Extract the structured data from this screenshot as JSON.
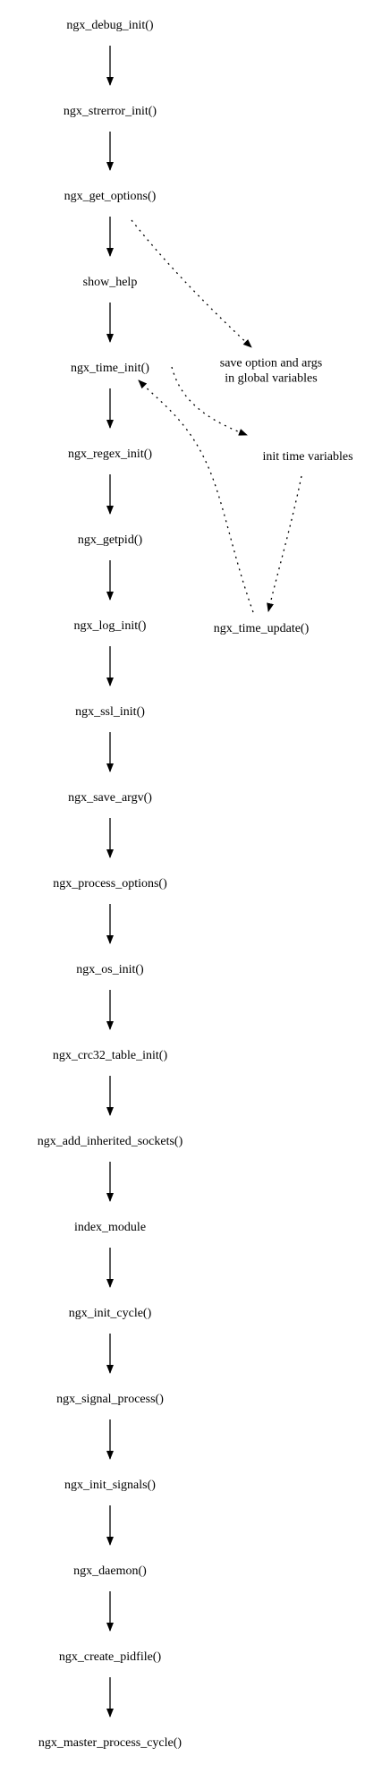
{
  "diagram": {
    "nodes": [
      {
        "id": "ngx_debug_init",
        "label": "ngx_debug_init()"
      },
      {
        "id": "ngx_strerror_init",
        "label": "ngx_strerror_init()"
      },
      {
        "id": "ngx_get_options",
        "label": "ngx_get_options()"
      },
      {
        "id": "show_help",
        "label": "show_help"
      },
      {
        "id": "ngx_time_init",
        "label": "ngx_time_init()"
      },
      {
        "id": "ngx_regex_init",
        "label": "ngx_regex_init()"
      },
      {
        "id": "ngx_getpid",
        "label": "ngx_getpid()"
      },
      {
        "id": "ngx_log_init",
        "label": "ngx_log_init()"
      },
      {
        "id": "ngx_ssl_init",
        "label": "ngx_ssl_init()"
      },
      {
        "id": "ngx_save_argv",
        "label": "ngx_save_argv()"
      },
      {
        "id": "ngx_process_options",
        "label": "ngx_process_options()"
      },
      {
        "id": "ngx_os_init",
        "label": "ngx_os_init()"
      },
      {
        "id": "ngx_crc32_table_init",
        "label": "ngx_crc32_table_init()"
      },
      {
        "id": "ngx_add_inherited_sockets",
        "label": "ngx_add_inherited_sockets()"
      },
      {
        "id": "index_module",
        "label": "index_module"
      },
      {
        "id": "ngx_init_cycle",
        "label": "ngx_init_cycle()"
      },
      {
        "id": "ngx_signal_process",
        "label": "ngx_signal_process()"
      },
      {
        "id": "ngx_init_signals",
        "label": "ngx_init_signals()"
      },
      {
        "id": "ngx_daemon",
        "label": "ngx_daemon()"
      },
      {
        "id": "ngx_create_pidfile",
        "label": "ngx_create_pidfile()"
      },
      {
        "id": "ngx_master_process_cycle",
        "label": "ngx_master_process_cycle()"
      },
      {
        "id": "save_option_note",
        "label": "save option and args\nin global variables"
      },
      {
        "id": "init_time_note",
        "label": "init time variables"
      },
      {
        "id": "ngx_time_update",
        "label": "ngx_time_update()"
      }
    ],
    "edges": [
      {
        "from": "ngx_debug_init",
        "to": "ngx_strerror_init",
        "style": "solid"
      },
      {
        "from": "ngx_strerror_init",
        "to": "ngx_get_options",
        "style": "solid"
      },
      {
        "from": "ngx_get_options",
        "to": "show_help",
        "style": "solid"
      },
      {
        "from": "show_help",
        "to": "ngx_time_init",
        "style": "solid"
      },
      {
        "from": "ngx_time_init",
        "to": "ngx_regex_init",
        "style": "solid"
      },
      {
        "from": "ngx_regex_init",
        "to": "ngx_getpid",
        "style": "solid"
      },
      {
        "from": "ngx_getpid",
        "to": "ngx_log_init",
        "style": "solid"
      },
      {
        "from": "ngx_log_init",
        "to": "ngx_ssl_init",
        "style": "solid"
      },
      {
        "from": "ngx_ssl_init",
        "to": "ngx_save_argv",
        "style": "solid"
      },
      {
        "from": "ngx_save_argv",
        "to": "ngx_process_options",
        "style": "solid"
      },
      {
        "from": "ngx_process_options",
        "to": "ngx_os_init",
        "style": "solid"
      },
      {
        "from": "ngx_os_init",
        "to": "ngx_crc32_table_init",
        "style": "solid"
      },
      {
        "from": "ngx_crc32_table_init",
        "to": "ngx_add_inherited_sockets",
        "style": "solid"
      },
      {
        "from": "ngx_add_inherited_sockets",
        "to": "index_module",
        "style": "solid"
      },
      {
        "from": "index_module",
        "to": "ngx_init_cycle",
        "style": "solid"
      },
      {
        "from": "ngx_init_cycle",
        "to": "ngx_signal_process",
        "style": "solid"
      },
      {
        "from": "ngx_signal_process",
        "to": "ngx_init_signals",
        "style": "solid"
      },
      {
        "from": "ngx_init_signals",
        "to": "ngx_daemon",
        "style": "solid"
      },
      {
        "from": "ngx_daemon",
        "to": "ngx_create_pidfile",
        "style": "solid"
      },
      {
        "from": "ngx_create_pidfile",
        "to": "ngx_master_process_cycle",
        "style": "solid"
      },
      {
        "from": "ngx_get_options",
        "to": "save_option_note",
        "style": "dotted"
      },
      {
        "from": "ngx_time_init",
        "to": "init_time_note",
        "style": "dotted"
      },
      {
        "from": "init_time_note",
        "to": "ngx_time_update",
        "style": "dotted"
      },
      {
        "from": "ngx_time_update",
        "to": "ngx_time_init",
        "style": "dotted"
      }
    ]
  }
}
